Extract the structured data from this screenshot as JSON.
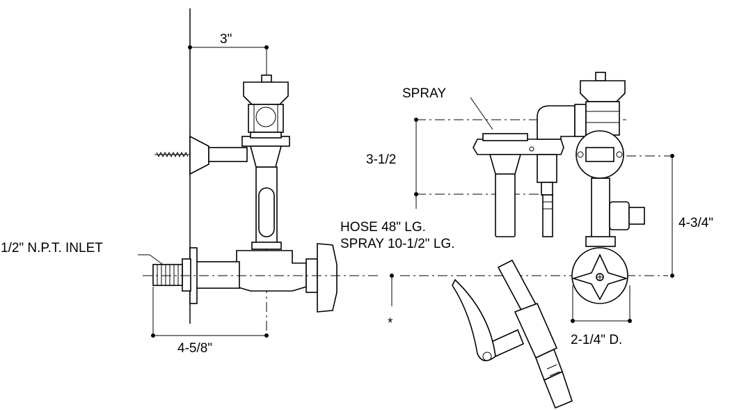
{
  "labels": {
    "dim_top": "3\"",
    "dim_bottom": "4-5/8\"",
    "inlet": "1/2\" N.P.T. INLET",
    "spray": "SPRAY",
    "dim_spray_height": "3-1/2",
    "hose_line1": "HOSE 48\" LG.",
    "hose_line2": "SPRAY 10-1/2\" LG.",
    "asterisk": "*",
    "dim_right_height": "4-3/4\"",
    "dim_handle": "2-1/4\" D."
  }
}
